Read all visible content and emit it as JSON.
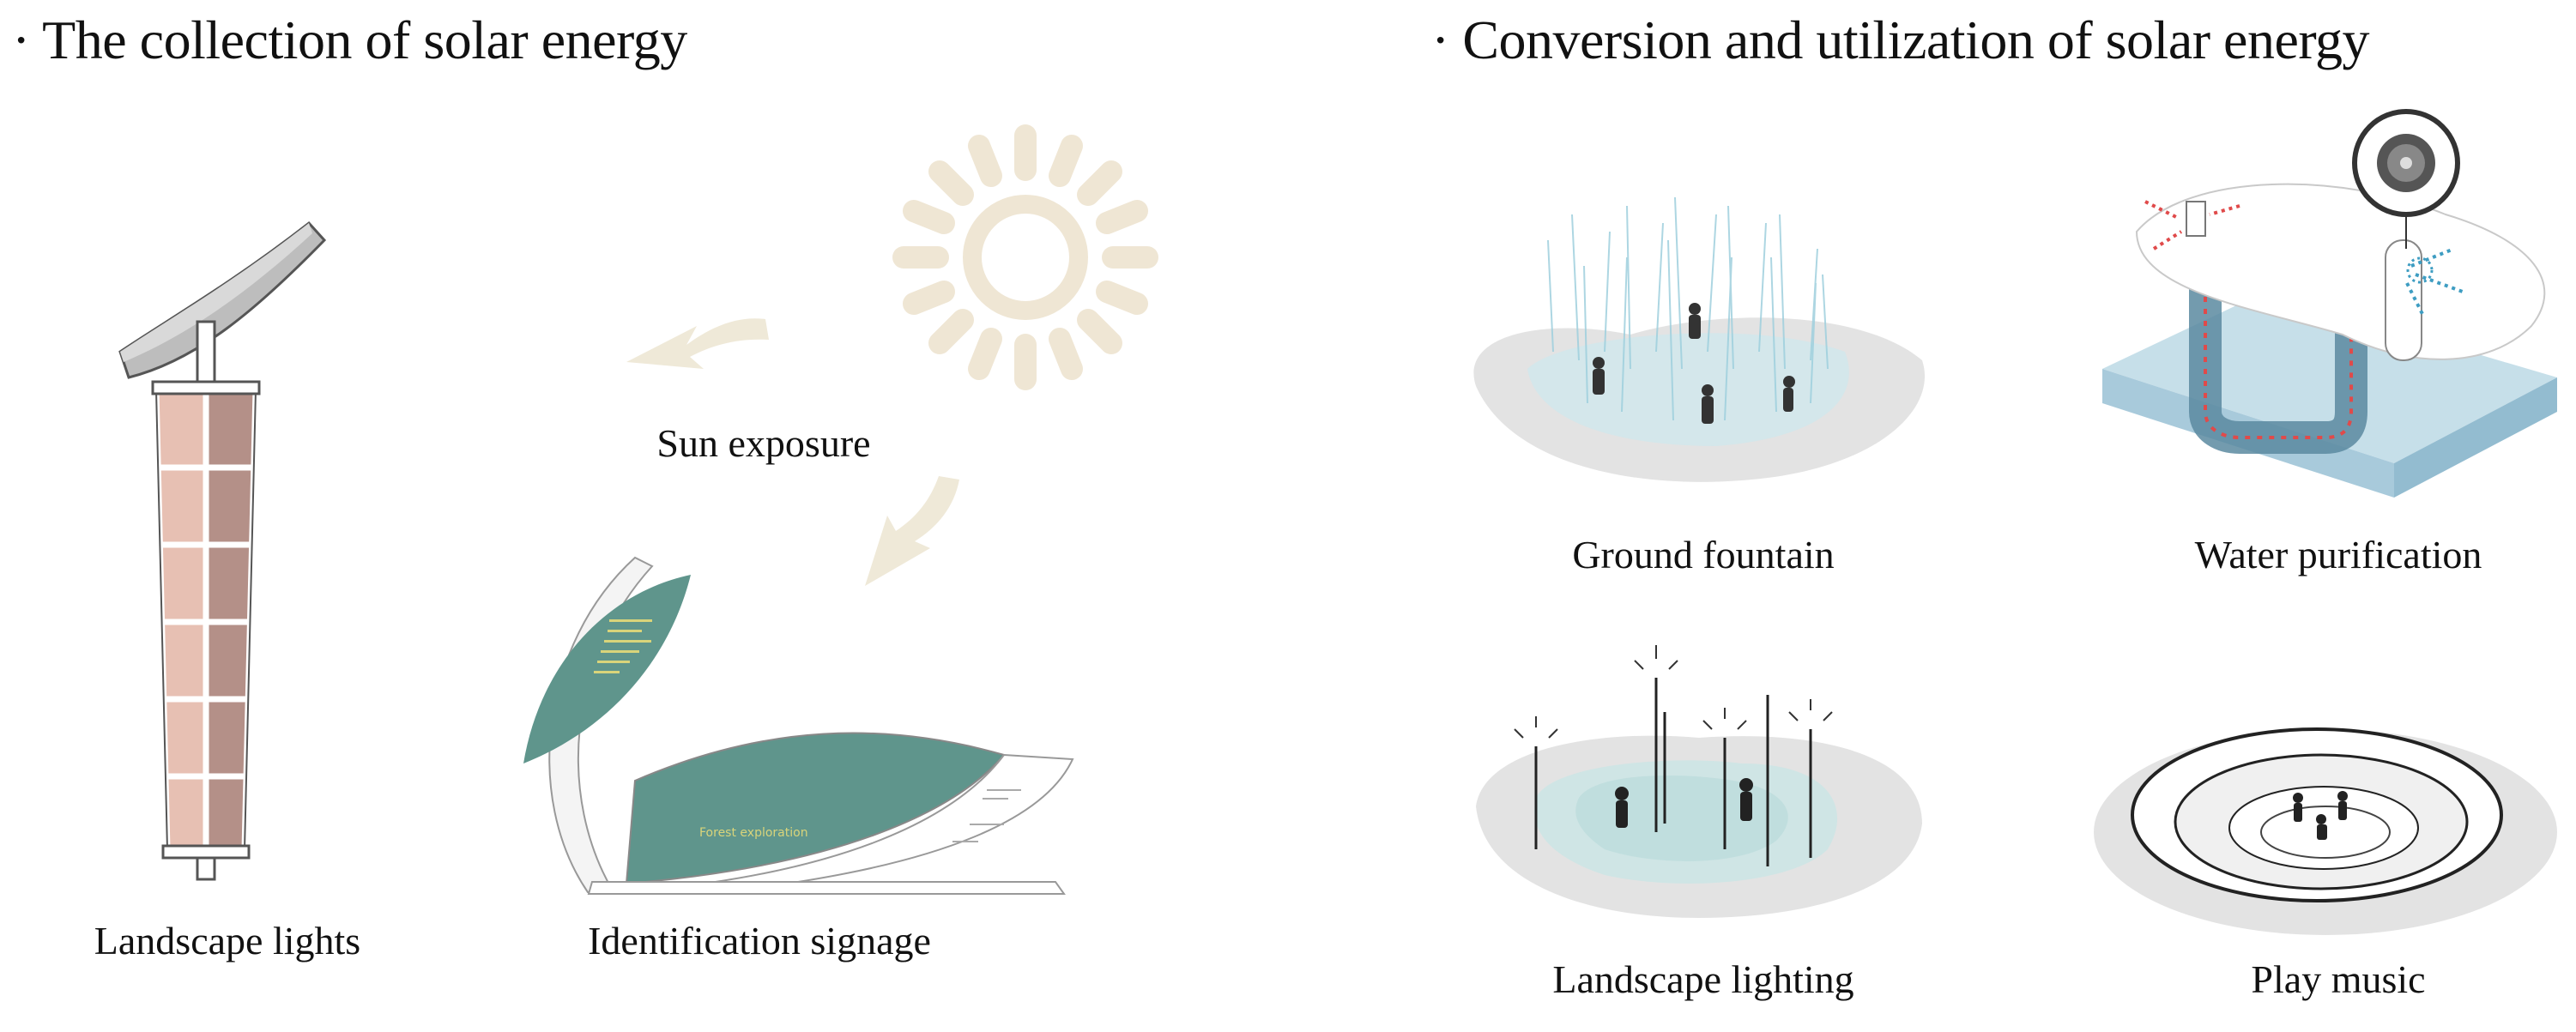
{
  "left_section": {
    "heading": "· The collection of solar energy",
    "labels": {
      "sun": "Sun exposure",
      "lights": "Landscape lights",
      "signage": "Identification signage"
    },
    "sign_text": {
      "forest": "Forest exploration"
    }
  },
  "right_section": {
    "heading": "· Conversion and utilization of solar energy",
    "items": [
      {
        "label": "Ground fountain"
      },
      {
        "label": "Water purification"
      },
      {
        "label": "Landscape lighting"
      },
      {
        "label": "Play music"
      }
    ]
  },
  "colors": {
    "sun": "#efe6d4",
    "teal": "#5f958c",
    "panel": "#e8c2b6",
    "water_blue": "#3e9dc2",
    "heat_red": "#e04a4a"
  }
}
